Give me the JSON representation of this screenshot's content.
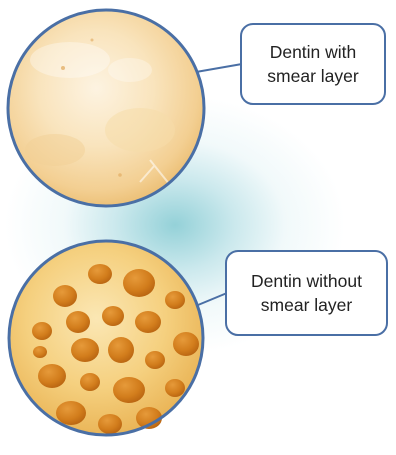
{
  "callouts": {
    "top": {
      "line1": "Dentin with",
      "line2": "smear layer"
    },
    "bottom": {
      "line1": "Dentin without",
      "line2": "smear layer"
    }
  },
  "colors": {
    "circle_border": "#4a6fa5",
    "callout_border": "#4a6fa5",
    "background_glow": "#76c4cd",
    "smear_surface": "#f5d9a6",
    "dentin_surface": "#f2c56e",
    "tubule": "#d07a18"
  }
}
